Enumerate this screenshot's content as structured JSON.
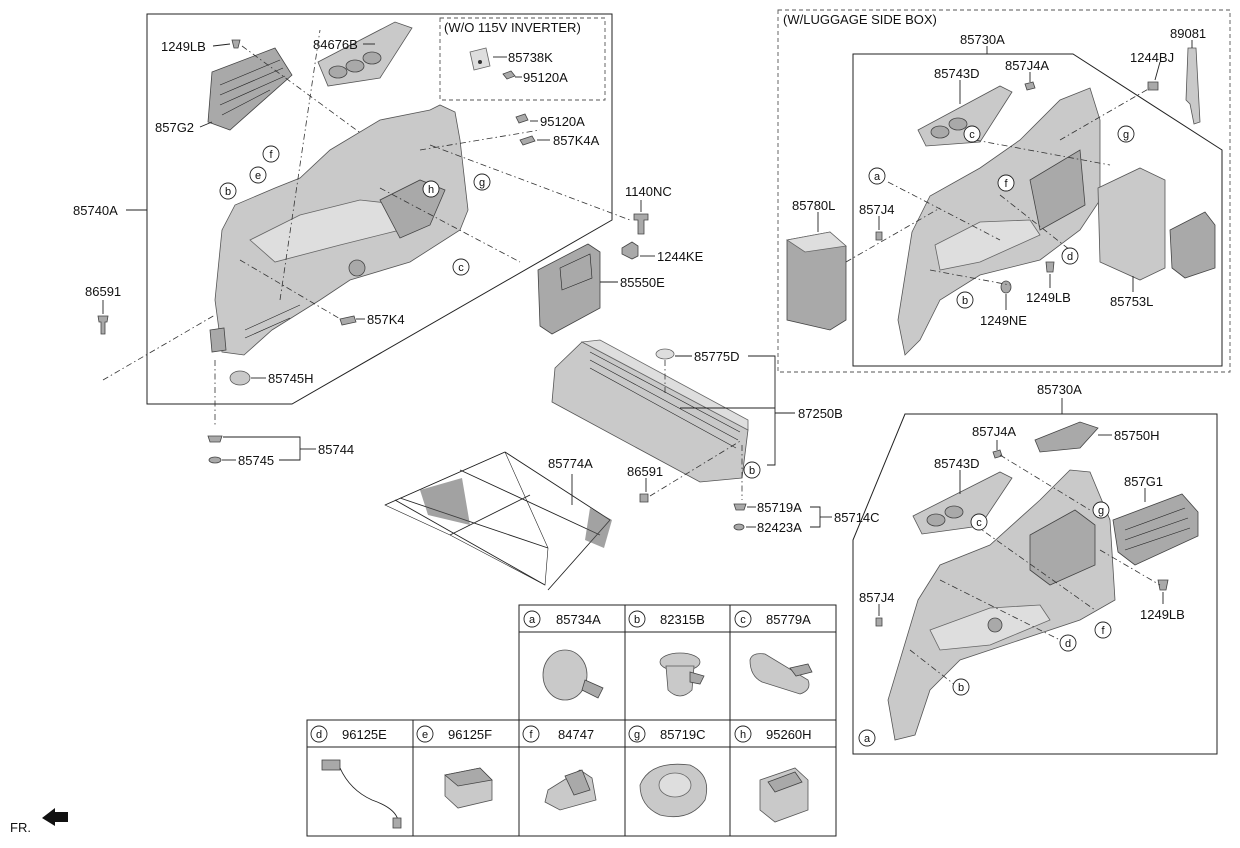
{
  "labels": {
    "l_1249LB_a": "1249LB",
    "l_84676B": "84676B",
    "l_857G2": "857G2",
    "l_85740A": "85740A",
    "l_86591_a": "86591",
    "l_85745H": "85745H",
    "l_857K4": "857K4",
    "l_85744": "85744",
    "l_85745": "85745",
    "l_95120A_a": "95120A",
    "l_857K4A": "857K4A",
    "l_1140NC": "1140NC",
    "l_1244KE": "1244KE",
    "l_85550E": "85550E",
    "l_85738K": "85738K",
    "l_95120A_b": "95120A",
    "l_85775D": "85775D",
    "l_87250B": "87250B",
    "l_85774A": "85774A",
    "l_86591_b": "86591",
    "l_85719A": "85719A",
    "l_82423A": "82423A",
    "l_85714C": "85714C",
    "l_85730A_a": "85730A",
    "l_85743D_a": "85743D",
    "l_857J4A_a": "857J4A",
    "l_1244BJ": "1244BJ",
    "l_89081": "89081",
    "l_85780L": "85780L",
    "l_857J4_a": "857J4",
    "l_1249LB_b": "1249LB",
    "l_1249NE": "1249NE",
    "l_85753L": "85753L",
    "l_85730A_b": "85730A",
    "l_857J4A_b": "857J4A",
    "l_85750H": "85750H",
    "l_85743D_b": "85743D",
    "l_857G1": "857G1",
    "l_857J4_b": "857J4",
    "l_1249LB_c": "1249LB",
    "l_fr": "FR."
  },
  "headers": {
    "inverter_box": "(W/O 115V INVERTER)",
    "luggage_box": "(W/LUGGAGE SIDE BOX)"
  },
  "circle_letters": {
    "f1": "f",
    "e1": "e",
    "b1": "b",
    "h1": "h",
    "g1": "g",
    "c1": "c",
    "b2": "b",
    "c3": "c",
    "g3": "g",
    "a3": "a",
    "f3": "f",
    "d3": "d",
    "b3": "b",
    "c4": "c",
    "g4": "g",
    "f4": "f",
    "d4": "d",
    "b4": "b",
    "a4": "a"
  },
  "table": {
    "row1": [
      {
        "letter": "a",
        "part": "85734A"
      },
      {
        "letter": "b",
        "part": "82315B"
      },
      {
        "letter": "c",
        "part": "85779A"
      }
    ],
    "row2": [
      {
        "letter": "d",
        "part": "96125E"
      },
      {
        "letter": "e",
        "part": "96125F"
      },
      {
        "letter": "f",
        "part": "84747"
      },
      {
        "letter": "g",
        "part": "85719C"
      },
      {
        "letter": "h",
        "part": "95260H"
      }
    ]
  }
}
